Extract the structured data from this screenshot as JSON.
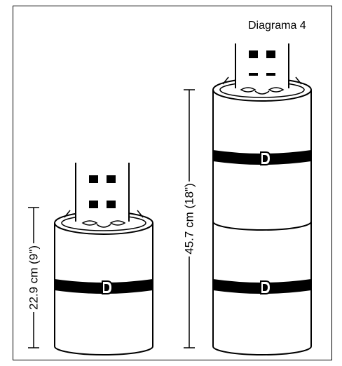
{
  "title": "Diagrama 4",
  "measurements": {
    "short_height": "22.9 cm (9\")",
    "tall_height": "45.7 cm (18\")"
  }
}
